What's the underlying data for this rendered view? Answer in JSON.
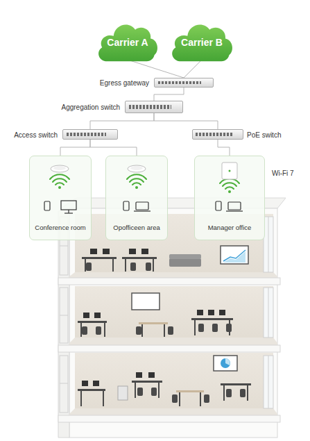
{
  "diagram": {
    "nodes": [
      {
        "text": [
          "Carrier A"
        ]
      },
      {
        "text": [
          "Carrier B"
        ]
      },
      {
        "text": [
          "Egress gateway"
        ]
      },
      {
        "text": [
          "Aggregation switch"
        ]
      },
      {
        "text": [
          "Access switch"
        ]
      },
      {
        "text": [
          "PoE switch"
        ]
      },
      {
        "text": [
          "Conference room"
        ]
      },
      {
        "text": [
          "Opofficeen area"
        ]
      },
      {
        "text": [
          "Manager office"
        ]
      }
    ],
    "edges": [
      {
        "from": 0,
        "to": 2,
        "arrow": "none"
      },
      {
        "from": 1,
        "to": 2,
        "arrow": "none"
      },
      {
        "from": 2,
        "to": 3,
        "arrow": "none"
      },
      {
        "from": 3,
        "to": 4,
        "arrow": "none"
      },
      {
        "from": 3,
        "to": 5,
        "arrow": "none"
      },
      {
        "from": 4,
        "to": 6,
        "arrow": "none"
      },
      {
        "from": 4,
        "to": 7,
        "arrow": "none"
      },
      {
        "from": 5,
        "to": 8,
        "arrow": "none"
      }
    ],
    "labels": [
      "Wi-Fi 7"
    ]
  }
}
